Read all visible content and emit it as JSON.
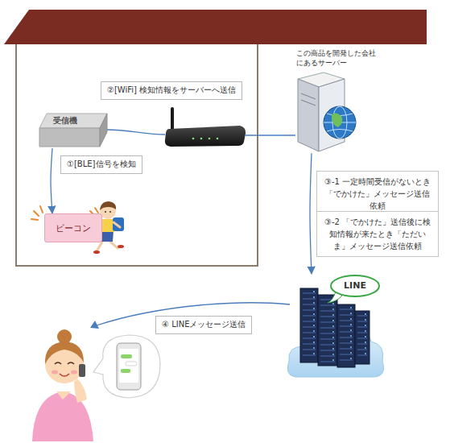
{
  "diagram": {
    "nodes": [
      {
        "text": [
          "②[WiFi] 検知情報をサーバーへ送信"
        ]
      },
      {
        "text": [
          "受信機"
        ]
      },
      {
        "text": [
          "①[BLE]信号を検知"
        ]
      },
      {
        "text": [
          "ビーコン"
        ]
      },
      {
        "text": [
          "この商品を開発した会社 にあるサーバー"
        ]
      },
      {
        "text": [
          "③-1 一定時間受信がないとき「でかけた」メッセージ送信依頼"
        ]
      },
      {
        "text": [
          "③-2 「でかけた」送信後に検知情報が来たとき「ただいま」メッセージ送信依頼"
        ]
      },
      {
        "text": [
          "LINE"
        ]
      },
      {
        "text": [
          "④ LINEメッセージ送信"
        ]
      }
    ],
    "edges": [
      {
        "from": 1,
        "to": 3,
        "arrow": "to"
      },
      {
        "from": 4,
        "to": 7,
        "arrow": "to"
      }
    ]
  }
}
